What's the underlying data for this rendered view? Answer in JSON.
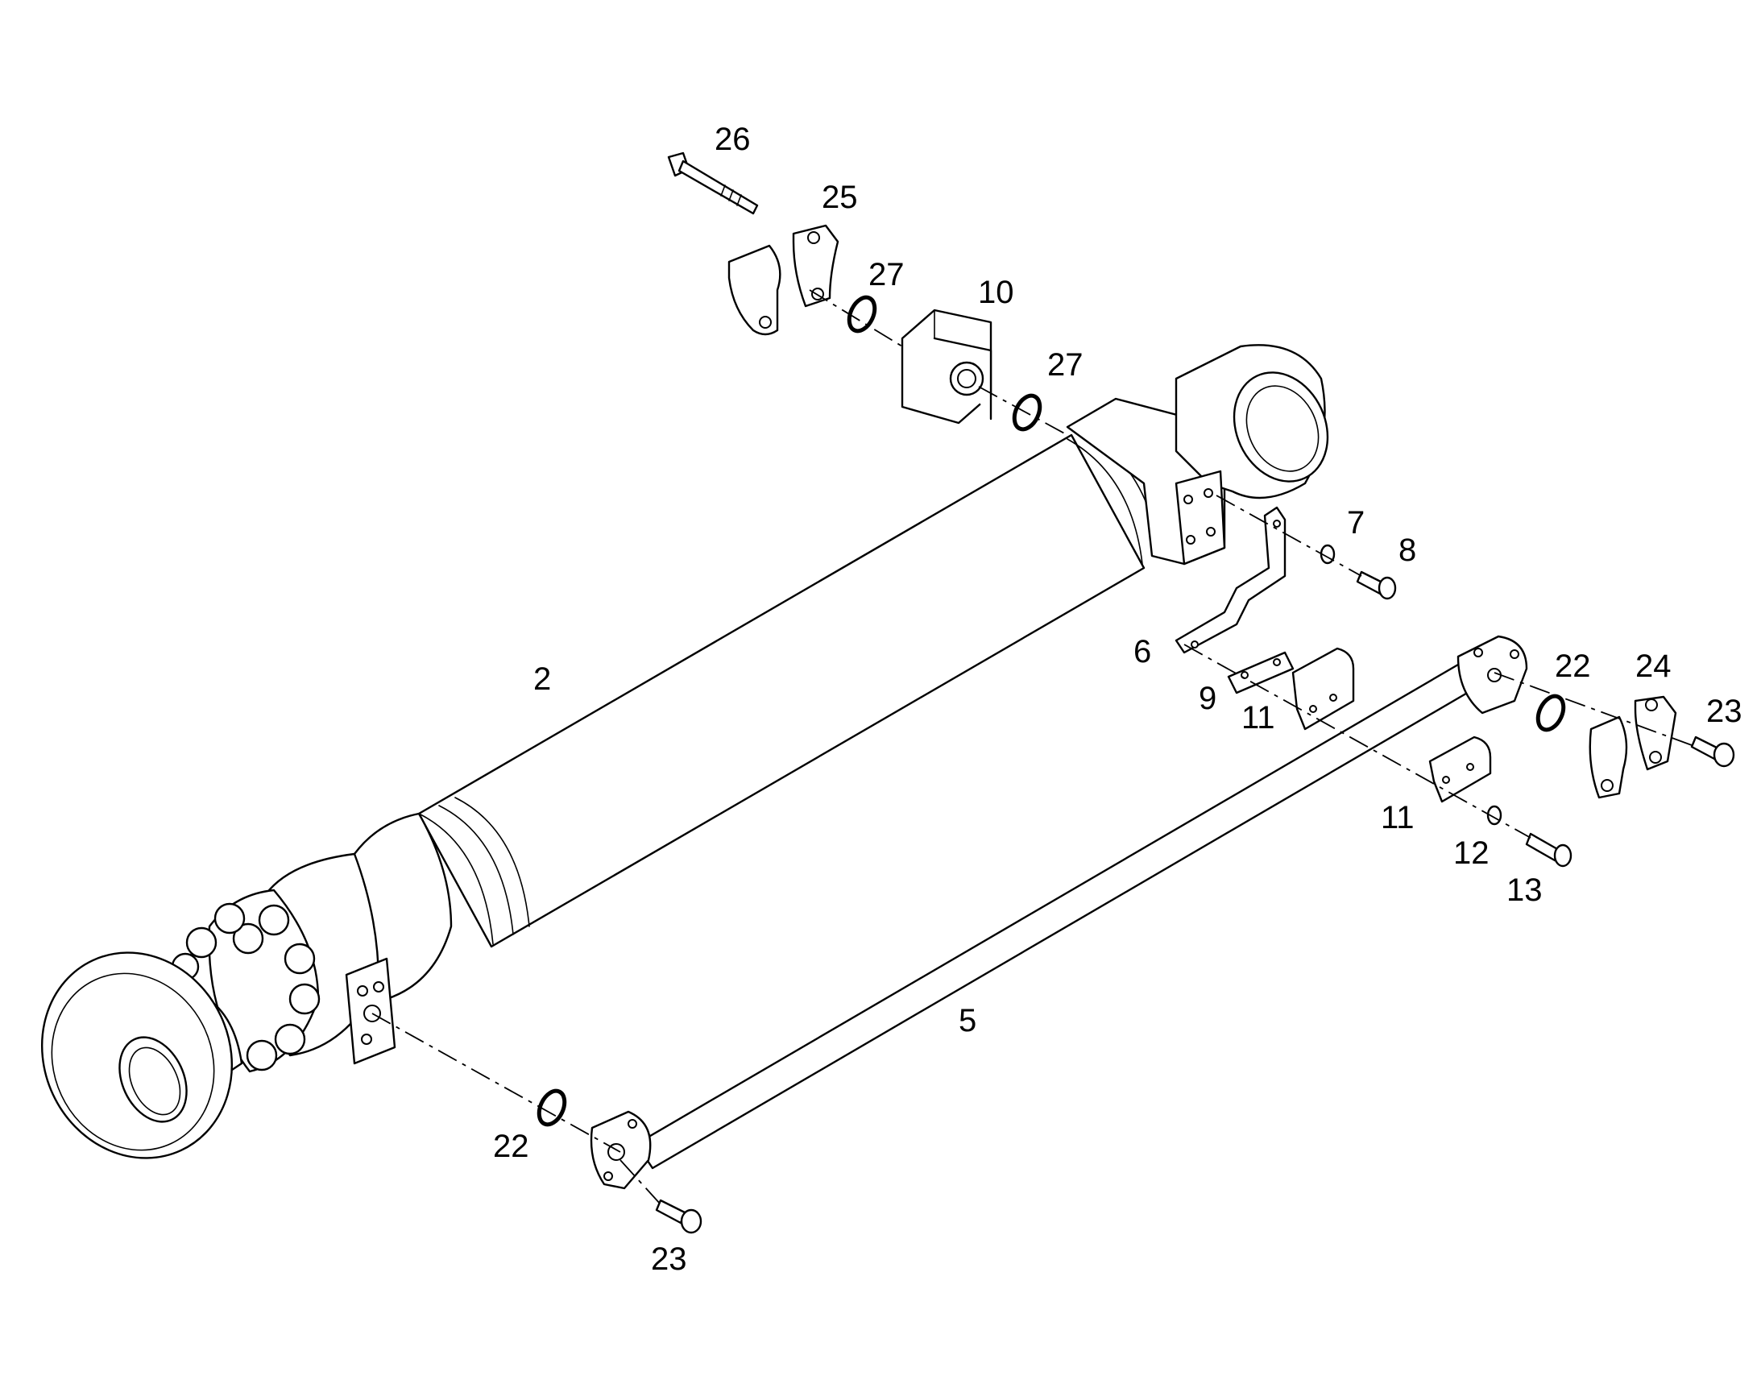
{
  "callouts": [
    {
      "id": "c26",
      "text": "26"
    },
    {
      "id": "c25",
      "text": "25"
    },
    {
      "id": "c27a",
      "text": "27"
    },
    {
      "id": "c10",
      "text": "10"
    },
    {
      "id": "c27b",
      "text": "27"
    },
    {
      "id": "c7",
      "text": "7"
    },
    {
      "id": "c8",
      "text": "8"
    },
    {
      "id": "c2",
      "text": "2"
    },
    {
      "id": "c6",
      "text": "6"
    },
    {
      "id": "c9",
      "text": "9"
    },
    {
      "id": "c11a",
      "text": "11"
    },
    {
      "id": "c22a",
      "text": "22"
    },
    {
      "id": "c24",
      "text": "24"
    },
    {
      "id": "c23a",
      "text": "23"
    },
    {
      "id": "c11b",
      "text": "11"
    },
    {
      "id": "c12",
      "text": "12"
    },
    {
      "id": "c13",
      "text": "13"
    },
    {
      "id": "c5",
      "text": "5"
    },
    {
      "id": "c22b",
      "text": "22"
    },
    {
      "id": "c23b",
      "text": "23"
    }
  ]
}
